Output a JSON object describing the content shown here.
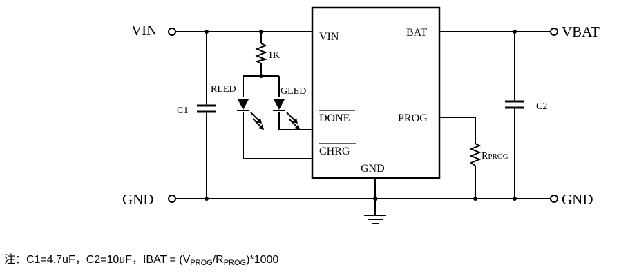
{
  "terminals": {
    "vin": "VIN",
    "vbat": "VBAT",
    "gnd_left": "GND",
    "gnd_right": "GND"
  },
  "ic_pins": {
    "vin": "VIN",
    "bat": "BAT",
    "done": "DONE",
    "prog": "PROG",
    "chrg": "CHRG",
    "gnd": "GND"
  },
  "components": {
    "r1": "1K",
    "rled": "RLED",
    "gled": "GLED",
    "c1": "C1",
    "c2": "C2",
    "rprog_main": "R",
    "rprog_sub": "PROG"
  },
  "note": {
    "prefix": "注：C1=4.7uF，C2=10uF，IBAT = (V",
    "sub1": "PROG",
    "mid": "/R",
    "sub2": "PROG",
    "suffix": ")*1000"
  }
}
